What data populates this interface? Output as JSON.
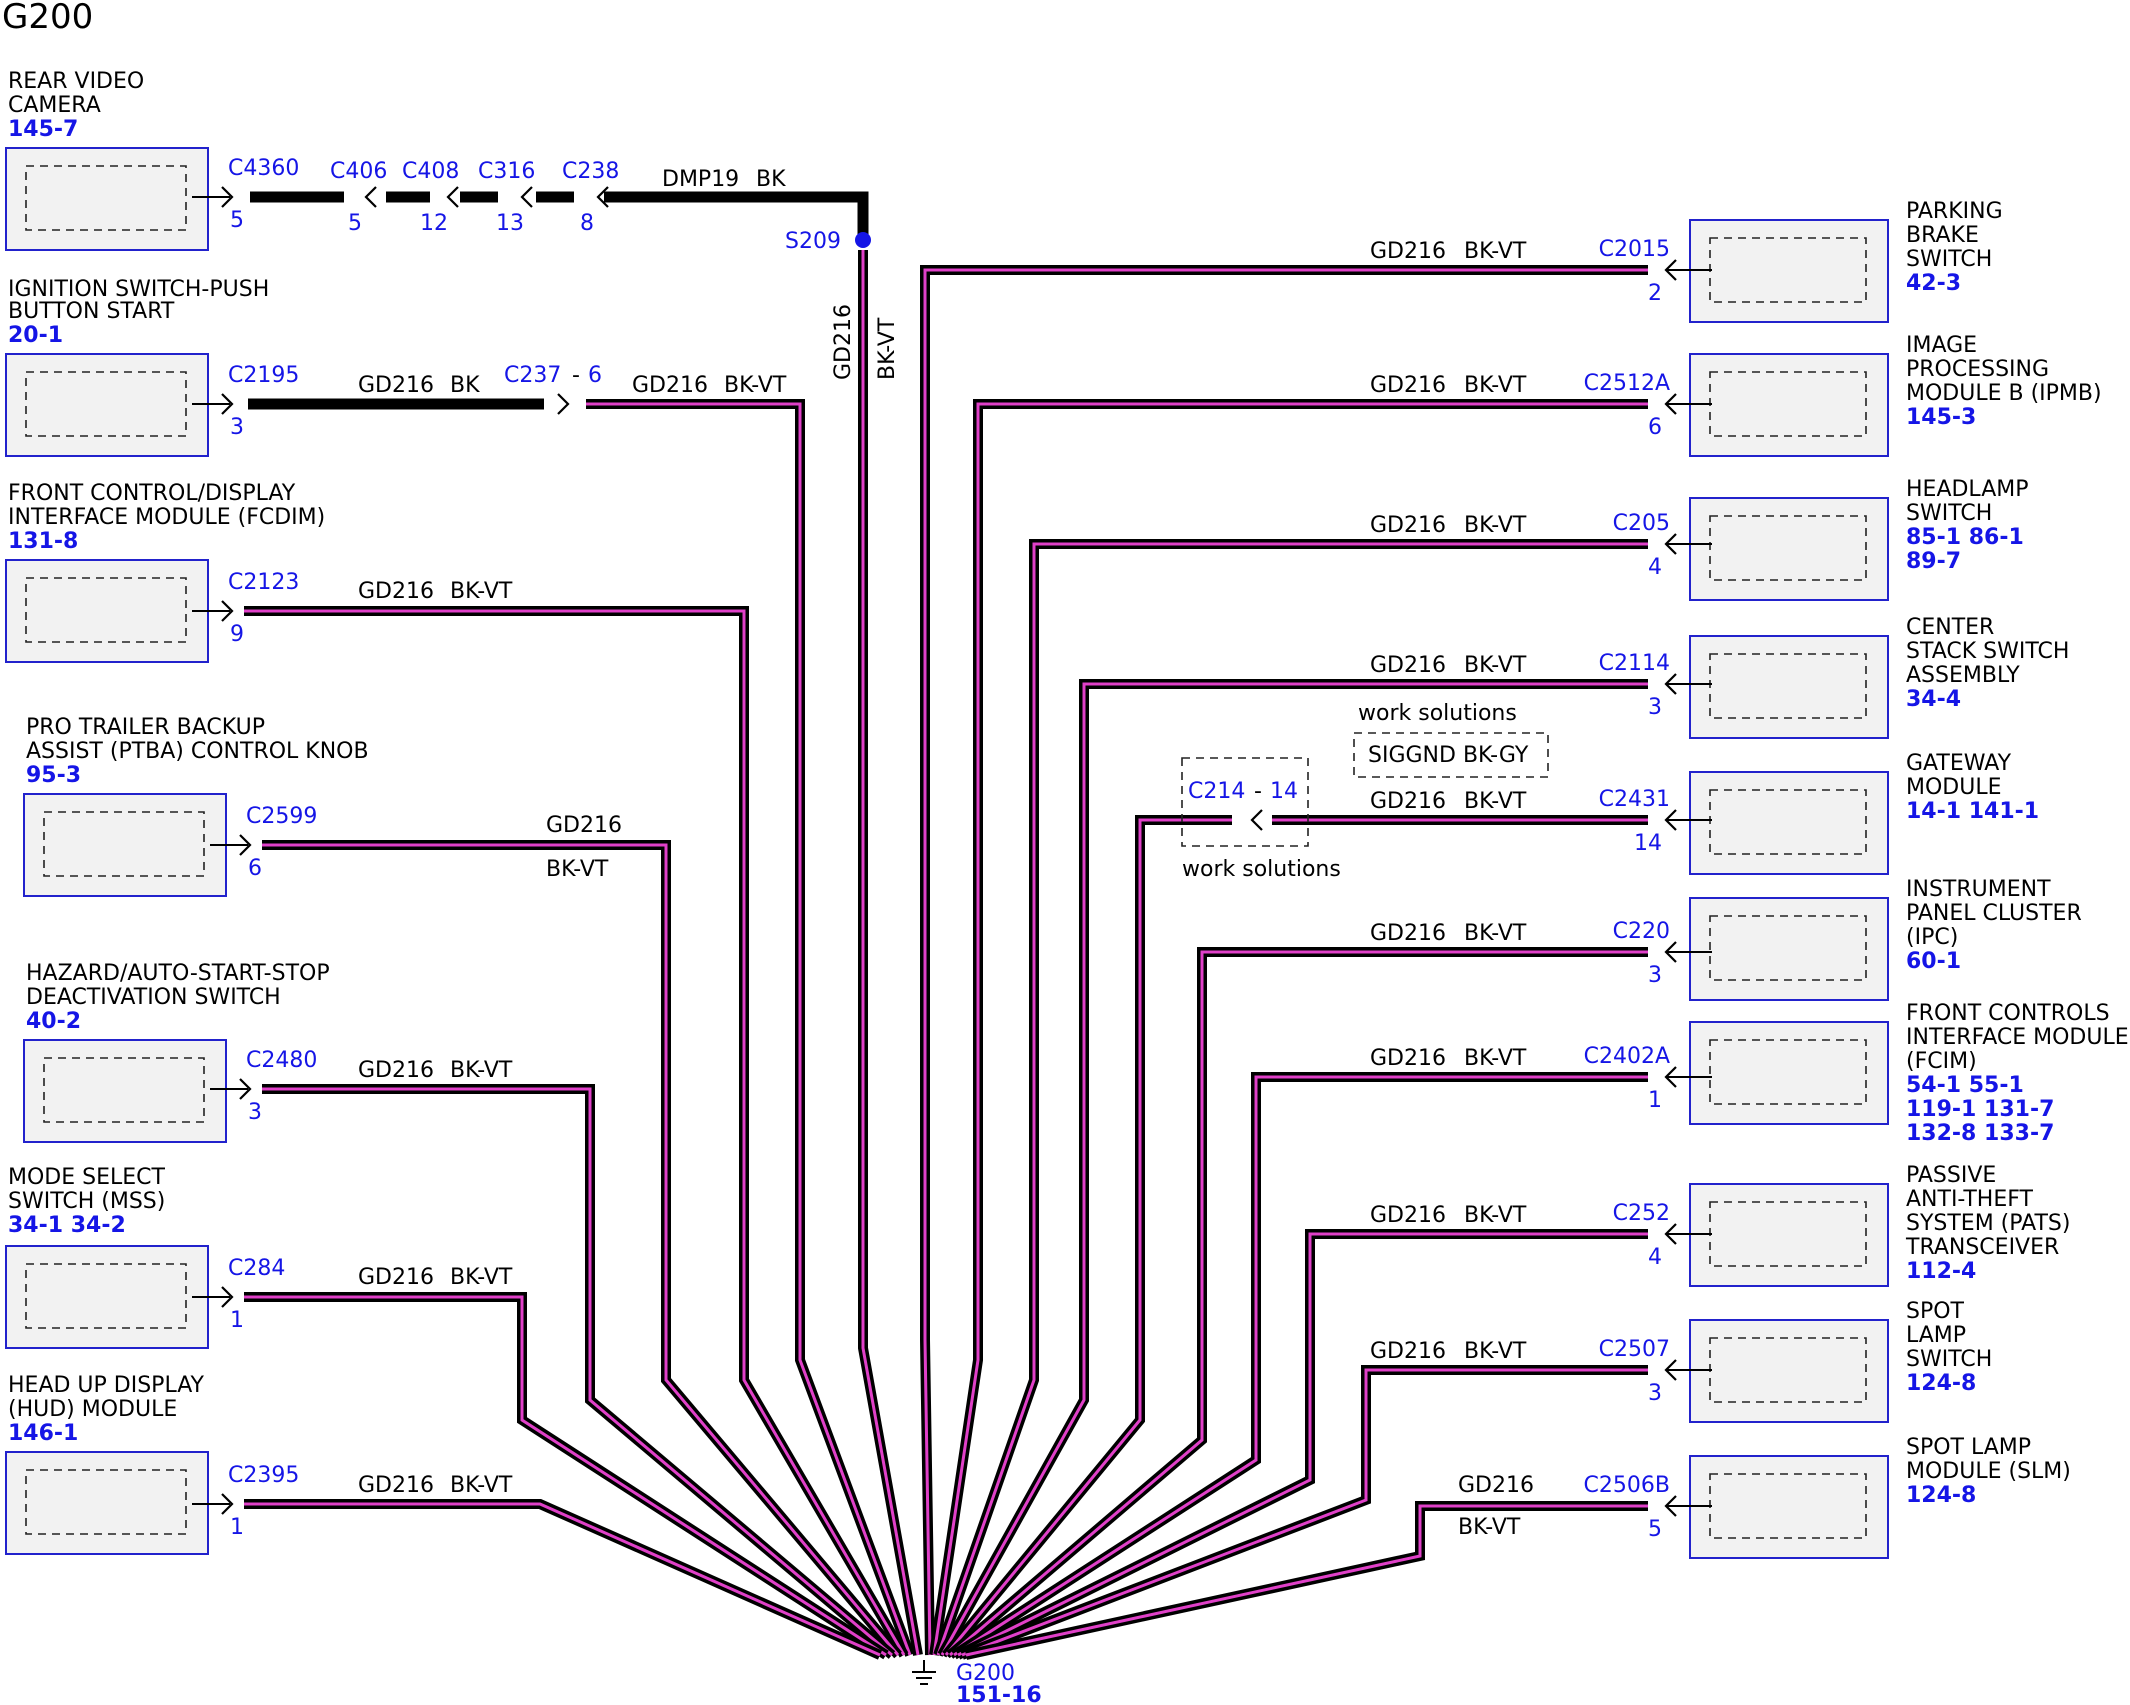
{
  "title": "G200",
  "colors": {
    "wire_core": "#e040c8",
    "wire_edge": "#000000",
    "ref_blue": "#1515e6",
    "box_fill": "#f2f2f2",
    "box_border": "#2222cc"
  },
  "ground": {
    "name": "G200",
    "ref": "151-16"
  },
  "splice": {
    "name": "S209",
    "wire_label": "GD216",
    "wire_color": "BK-VT"
  },
  "rear_camera_wire": {
    "label": "DMP19",
    "color": "BK"
  },
  "work_solutions_top": "work solutions",
  "work_solutions_bottom": "work solutions",
  "siggnd_label": "SIGGND BK-GY",
  "left_components": [
    {
      "name1": "REAR VIDEO",
      "name2": "CAMERA",
      "ref": "145-7",
      "connector": "C4360",
      "pin": "5"
    },
    {
      "name1": "IGNITION SWITCH-PUSH",
      "name2": "BUTTON START",
      "ref": "20-1",
      "connector": "C2195",
      "pin": "3",
      "wire_label": "GD216",
      "wire_color": "BK",
      "inline_connector": "C237",
      "inline_pin": "6",
      "wire2_label": "GD216",
      "wire2_color": "BK-VT"
    },
    {
      "name1": "FRONT CONTROL/DISPLAY",
      "name2": "INTERFACE MODULE (FCDIM)",
      "ref": "131-8",
      "connector": "C2123",
      "pin": "9",
      "wire_label": "GD216",
      "wire_color": "BK-VT"
    },
    {
      "name1": "PRO TRAILER BACKUP",
      "name2": "ASSIST (PTBA) CONTROL KNOB",
      "ref": "95-3",
      "connector": "C2599",
      "pin": "6",
      "wire_label": "GD216",
      "wire_color": "BK-VT"
    },
    {
      "name1": "HAZARD/AUTO-START-STOP",
      "name2": "DEACTIVATION SWITCH",
      "ref": "40-2",
      "connector": "C2480",
      "pin": "3",
      "wire_label": "GD216",
      "wire_color": "BK-VT"
    },
    {
      "name1": "MODE SELECT",
      "name2": "SWITCH (MSS)",
      "ref": "34-1   34-2",
      "connector": "C284",
      "pin": "1",
      "wire_label": "GD216",
      "wire_color": "BK-VT"
    },
    {
      "name1": "HEAD UP DISPLAY",
      "name2": "(HUD) MODULE",
      "ref": "146-1",
      "connector": "C2395",
      "pin": "1",
      "wire_label": "GD216",
      "wire_color": "BK-VT"
    }
  ],
  "camera_inline": [
    {
      "connector": "C406",
      "pin": "5"
    },
    {
      "connector": "C408",
      "pin": "12"
    },
    {
      "connector": "C316",
      "pin": "13"
    },
    {
      "connector": "C238",
      "pin": "8"
    }
  ],
  "right_components": [
    {
      "lines": [
        "PARKING",
        "BRAKE",
        "SWITCH"
      ],
      "refs": [
        "42-3"
      ],
      "connector": "C2015",
      "pin": "2",
      "wire_label": "GD216",
      "wire_color": "BK-VT"
    },
    {
      "lines": [
        "IMAGE",
        "PROCESSING",
        "MODULE B (IPMB)"
      ],
      "refs": [
        "145-3"
      ],
      "connector": "C2512A",
      "pin": "6",
      "wire_label": "GD216",
      "wire_color": "BK-VT"
    },
    {
      "lines": [
        "HEADLAMP",
        "SWITCH"
      ],
      "refs": [
        "85-1  86-1",
        "89-7"
      ],
      "connector": "C205",
      "pin": "4",
      "wire_label": "GD216",
      "wire_color": "BK-VT"
    },
    {
      "lines": [
        "CENTER",
        "STACK SWITCH",
        "ASSEMBLY"
      ],
      "refs": [
        "34-4"
      ],
      "connector": "C2114",
      "pin": "3",
      "wire_label": "GD216",
      "wire_color": "BK-VT"
    },
    {
      "lines": [
        "GATEWAY",
        "MODULE"
      ],
      "refs": [
        "14-1    141-1"
      ],
      "connector": "C2431",
      "pin": "14",
      "wire_label": "GD216",
      "wire_color": "BK-VT",
      "inline_connector": "C214",
      "inline_pin": "14"
    },
    {
      "lines": [
        "INSTRUMENT",
        "PANEL CLUSTER",
        "(IPC)"
      ],
      "refs": [
        "60-1"
      ],
      "connector": "C220",
      "pin": "3",
      "wire_label": "GD216",
      "wire_color": "BK-VT"
    },
    {
      "lines": [
        "FRONT CONTROLS",
        "INTERFACE MODULE",
        "(FCIM)"
      ],
      "refs": [
        "54-1   55-1",
        "119-1 131-7",
        "132-8 133-7"
      ],
      "connector": "C2402A",
      "pin": "1",
      "wire_label": "GD216",
      "wire_color": "BK-VT"
    },
    {
      "lines": [
        "PASSIVE",
        "ANTI-THEFT",
        "SYSTEM (PATS)",
        "TRANSCEIVER"
      ],
      "refs": [
        "112-4"
      ],
      "connector": "C252",
      "pin": "4",
      "wire_label": "GD216",
      "wire_color": "BK-VT"
    },
    {
      "lines": [
        "SPOT",
        "LAMP",
        "SWITCH"
      ],
      "refs": [
        "124-8"
      ],
      "connector": "C2507",
      "pin": "3",
      "wire_label": "GD216",
      "wire_color": "BK-VT"
    },
    {
      "lines": [
        "SPOT LAMP",
        "MODULE (SLM)"
      ],
      "refs": [
        "124-8"
      ],
      "connector": "C2506B",
      "pin": "5",
      "wire_label": "GD216",
      "wire_color": "BK-VT"
    }
  ]
}
